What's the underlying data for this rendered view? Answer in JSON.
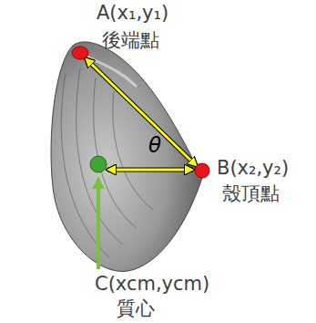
{
  "diagram": {
    "labels": [
      "A(x₁,y₁)",
      "後端點",
      "θ",
      "B(x₂,y₂)",
      "殼頂點",
      "C(xcm,ycm)",
      "質心"
    ]
  }
}
